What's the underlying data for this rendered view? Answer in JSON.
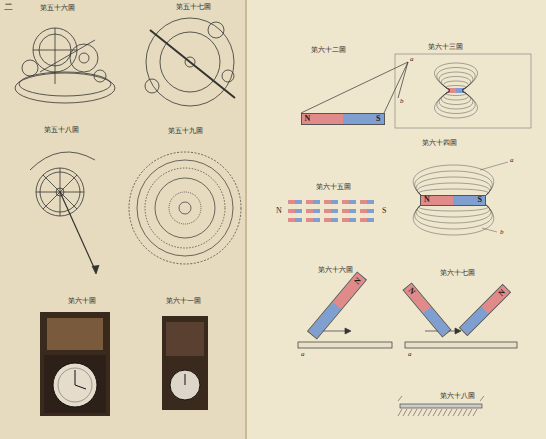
{
  "diagram": {
    "nodes": [
      {
        "text": [
          "N",
          "S"
        ]
      },
      {
        "text": [
          "N",
          "S"
        ]
      },
      {
        "text": [
          "N"
        ]
      },
      {
        "text": [
          "N"
        ]
      },
      {
        "text": [
          "N"
        ]
      }
    ],
    "labels": [
      "二",
      "第五十六圖",
      "第五十七圖",
      "第五十八圖",
      "第五十九圖",
      "第六十圖",
      "第六十一圖",
      "第六十二圖",
      "a",
      "b",
      "第六十三圖",
      "第六十四圖",
      "a",
      "b",
      "第六十五圖",
      "N",
      "S",
      "第六十六圖",
      "a",
      "第六十七圖",
      "a",
      "第六十八圖"
    ]
  }
}
